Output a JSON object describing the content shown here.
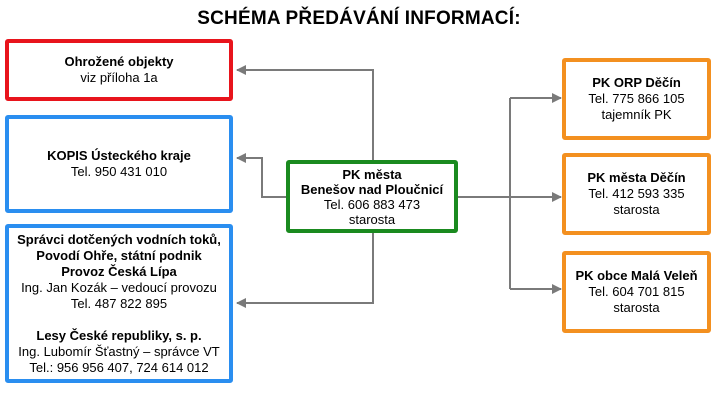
{
  "title": "SCHÉMA PŘEDÁVÁNÍ INFORMACÍ:",
  "center": {
    "name_line1": "PK města",
    "name_line2": "Benešov nad Ploučnicí",
    "phone": "Tel. 606 883 473",
    "role": "starosta"
  },
  "left": {
    "objects": {
      "title": "Ohrožené objekty",
      "note": "viz příloha 1a"
    },
    "kopis": {
      "title": "KOPIS Ústeckého kraje",
      "phone": "Tel. 950 431 010"
    },
    "spravci": {
      "line1": "Správci dotčených vodních toků,",
      "line2": "Povodí Ohře, státní podnik",
      "line3": "Provoz Česká Lípa",
      "contact1": "Ing. Jan Kozák – vedoucí provozu",
      "phone1": "Tel. 487 822 895",
      "lesy": "Lesy České republiky, s. p.",
      "contact2": "Ing. Lubomír Šťastný – správce VT",
      "phone2": "Tel.: 956 956 407, 724 614 012"
    }
  },
  "right": {
    "orp": {
      "title": "PK ORP Děčín",
      "phone": "Tel. 775 866 105",
      "role": "tajemník PK"
    },
    "decin": {
      "title": "PK města Děčín",
      "phone": "Tel. 412 593 335",
      "role": "starosta"
    },
    "malaVelen": {
      "title": "PK obce Malá Veleň",
      "phone": "Tel. 604 701 815",
      "role": "starosta"
    }
  },
  "colors": {
    "red": "#e8141c",
    "blue": "#2a8ef0",
    "green": "#1a8a1f",
    "orange": "#f39020",
    "arrow": "#7a7a7a"
  }
}
